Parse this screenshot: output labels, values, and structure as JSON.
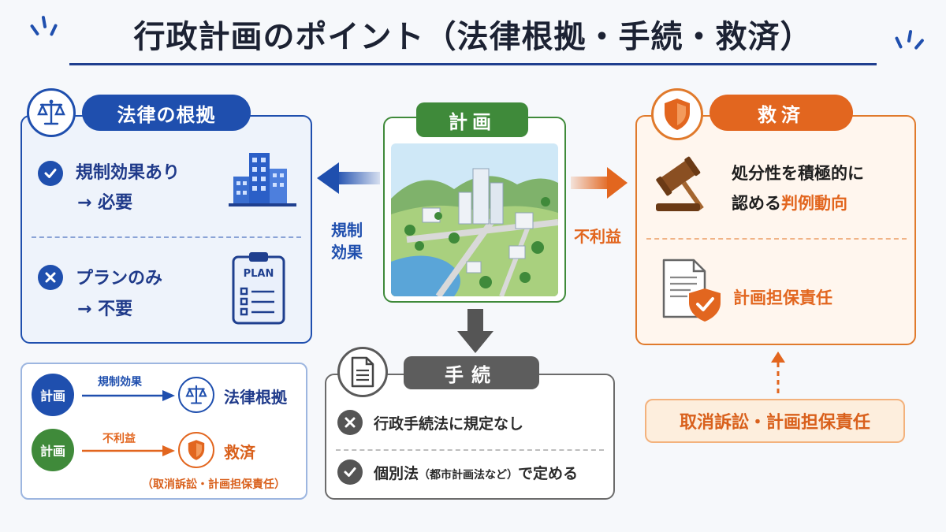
{
  "title": "行政計画のポイント（法律根拠・手続・救済）",
  "colors": {
    "blue": "#1f4fae",
    "green": "#3f8a3a",
    "orange": "#e2661f",
    "gray": "#5d5d5d"
  },
  "legal_basis": {
    "heading": "法律の根拠",
    "icon": "scales-icon",
    "with_effect": {
      "mark": "check-icon",
      "line1": "規制効果あり",
      "line2": "→ 必要",
      "illustration": "buildings-icon"
    },
    "plan_only": {
      "mark": "cross-icon",
      "line1": "プランのみ",
      "line2": "→ 不要",
      "illustration": "clipboard-plan-icon",
      "clipboard_text": "PLAN"
    }
  },
  "plan": {
    "heading": "計画",
    "illustration": "city-aerial-illustration"
  },
  "arrows": {
    "to_basis_label_line1": "規制",
    "to_basis_label_line2": "効果",
    "to_remedy_label": "不利益"
  },
  "procedure": {
    "heading": "手続",
    "icon": "document-icon",
    "no_rule": {
      "mark": "cross-icon",
      "text": "行政手続法に規定なし"
    },
    "individual": {
      "mark": "check-icon",
      "text_main": "個別法",
      "text_paren": "（都市計画法など）",
      "text_tail": "で定める"
    }
  },
  "remedy": {
    "heading": "救済",
    "icon": "shield-icon",
    "item1": {
      "icon": "gavel-icon",
      "line1": "処分性を積極的に",
      "line2_plain": "認める",
      "line2_highlight": "判例動向"
    },
    "item2": {
      "icon": "document-shield-icon",
      "text": "計画担保責任"
    },
    "footer": "取消訴訟・計画担保責任"
  },
  "summary": {
    "row1": {
      "node": "計画",
      "label": "規制効果",
      "target": "法律根拠",
      "target_icon": "scales-icon"
    },
    "row2": {
      "node": "計画",
      "label": "不利益",
      "target": "救済",
      "target_icon": "shield-icon",
      "note": "（取消訴訟・計画担保責任）"
    }
  }
}
